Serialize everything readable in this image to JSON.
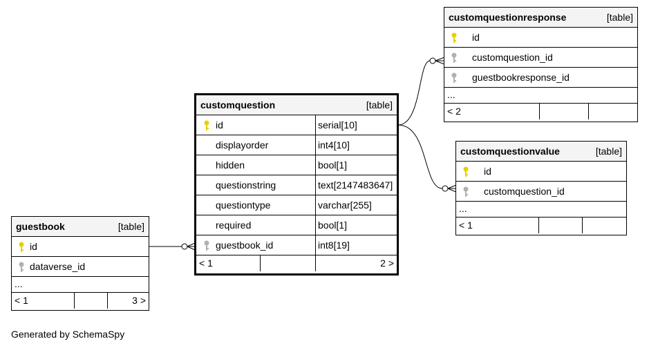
{
  "tables": {
    "customquestion": {
      "name": "customquestion",
      "kind": "[table]",
      "columns": [
        {
          "name": "id",
          "type": "serial[10]",
          "key": "primary"
        },
        {
          "name": "displayorder",
          "type": "int4[10]",
          "key": "none"
        },
        {
          "name": "hidden",
          "type": "bool[1]",
          "key": "none"
        },
        {
          "name": "questionstring",
          "type": "text[2147483647]",
          "key": "none"
        },
        {
          "name": "questiontype",
          "type": "varchar[255]",
          "key": "none"
        },
        {
          "name": "required",
          "type": "bool[1]",
          "key": "none"
        },
        {
          "name": "guestbook_id",
          "type": "int8[19]",
          "key": "foreign"
        }
      ],
      "footer_left": "< 1",
      "footer_right": "2 >"
    },
    "guestbook": {
      "name": "guestbook",
      "kind": "[table]",
      "columns": [
        {
          "name": "id",
          "key": "primary"
        },
        {
          "name": "dataverse_id",
          "key": "foreign"
        }
      ],
      "ellipsis": "...",
      "footer_left": "< 1",
      "footer_right": "3 >"
    },
    "customquestionresponse": {
      "name": "customquestionresponse",
      "kind": "[table]",
      "columns": [
        {
          "name": "id",
          "key": "primary"
        },
        {
          "name": "customquestion_id",
          "key": "foreign"
        },
        {
          "name": "guestbookresponse_id",
          "key": "foreign"
        }
      ],
      "ellipsis": "...",
      "footer_left": "< 2"
    },
    "customquestionvalue": {
      "name": "customquestionvalue",
      "kind": "[table]",
      "columns": [
        {
          "name": "id",
          "key": "primary"
        },
        {
          "name": "customquestion_id",
          "key": "foreign"
        }
      ],
      "ellipsis": "...",
      "footer_left": "< 1"
    }
  },
  "colors": {
    "primary_key": "#e8d000",
    "foreign_key": "#b0b0b0",
    "header_bg": "#f4f4f4",
    "line": "#000000"
  },
  "credit": "Generated by SchemaSpy"
}
